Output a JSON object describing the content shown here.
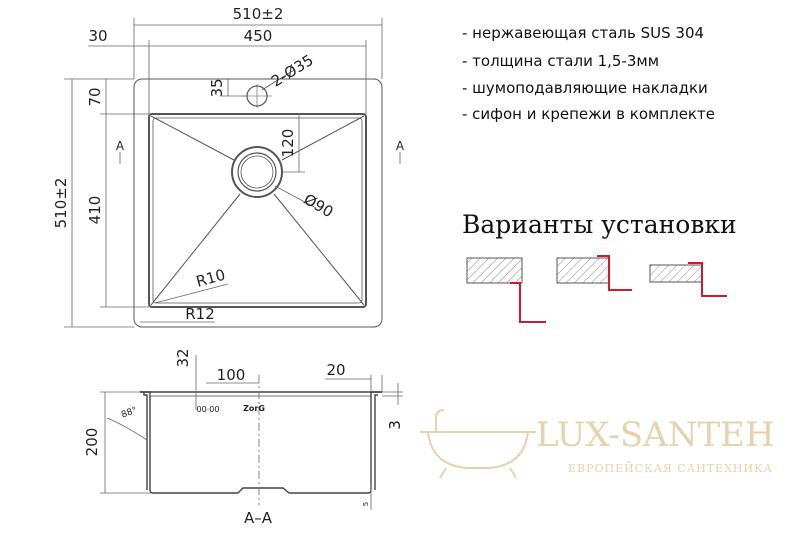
{
  "specs": [
    "- нержавеющая сталь SUS 304",
    "- толщина стали 1,5-3мм",
    "- шумоподавляющие накладки",
    "- сифон и крепежи в комплекте"
  ],
  "install_title": "Варианты установки",
  "dimensions": {
    "overall_width": "510±2",
    "bowl_width": "450",
    "rim_offset": "30",
    "overall_height": "510±2",
    "top_rim": "70",
    "bowl_height": "410",
    "tap_hole_offset": "35",
    "tap_holes": "2-Ø35",
    "drain_offset": "120",
    "drain_diameter": "Ø90",
    "inner_radius": "R10",
    "outer_radius": "R12",
    "section_depth": "200",
    "section_offset_32": "32",
    "section_100": "100",
    "flange_20": "20",
    "flange_thickness": "3",
    "bottom_5": "5",
    "angle": "88°",
    "section_marker": "A",
    "section_label": "A–A",
    "overflow_mark": "00·00",
    "logo_mark": "ZorG"
  },
  "watermark": {
    "brand": "LUX-SANTEH",
    "tagline": "ЕВРОПЕЙСКАЯ САНТЕХНИКА"
  },
  "colors": {
    "line": "#555555",
    "accent_red": "#d01a2a",
    "watermark": "#e2cfa4"
  }
}
